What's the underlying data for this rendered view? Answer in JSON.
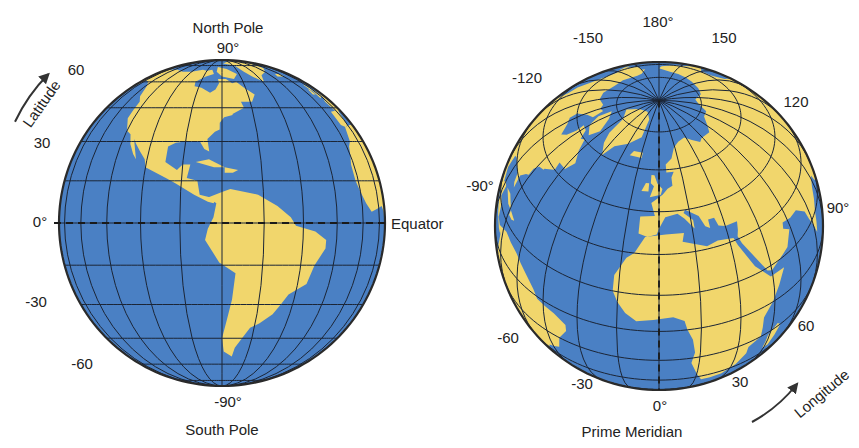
{
  "diagram": {
    "labels": [
      "North Pole",
      "90°",
      "Latitude",
      "60",
      "30",
      "0°",
      "Equator",
      "-30",
      "-60",
      "-90°",
      "South Pole",
      "180°",
      "-150",
      "150",
      "-120",
      "120",
      "-90°",
      "90°",
      "-60",
      "60",
      "-30",
      "30",
      "0°",
      "Prime Meridian",
      "Longitude"
    ]
  }
}
